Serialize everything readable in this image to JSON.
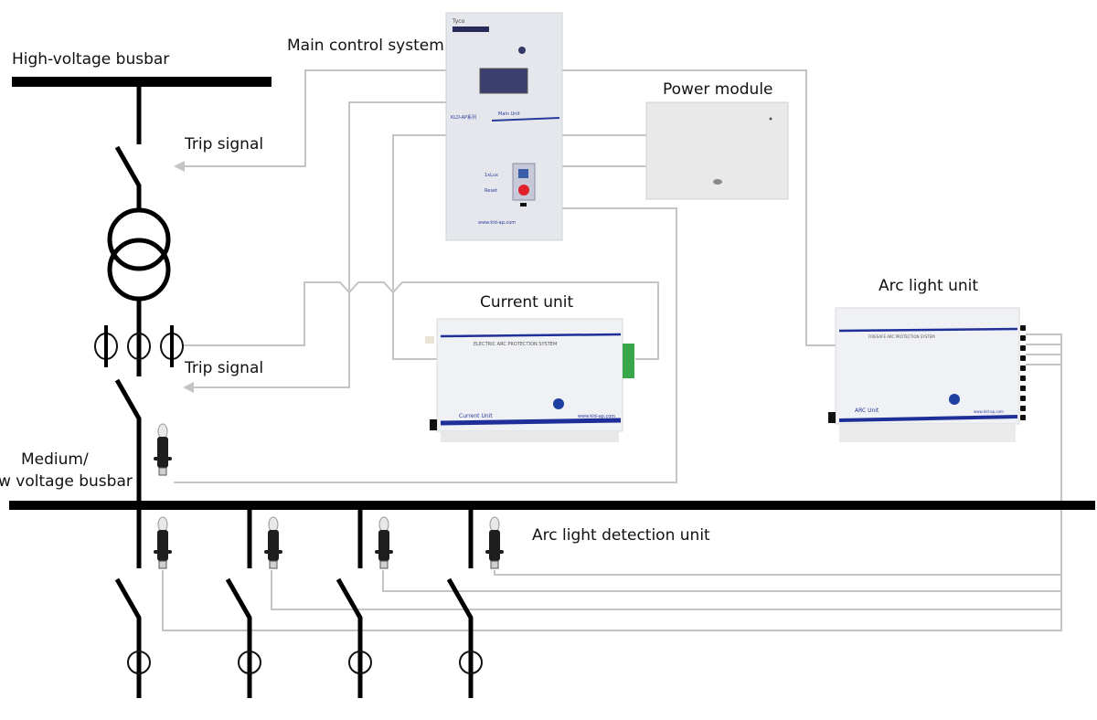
{
  "labels": {
    "high_voltage_busbar": "High-voltage busbar",
    "main_control_system": "Main control system",
    "power_module": "Power module",
    "trip_signal_top": "Trip signal",
    "trip_signal_bottom": "Trip signal",
    "current_unit": "Current unit",
    "arc_light_unit": "Arc light unit",
    "medium_busbar_line1": "Medium/",
    "medium_busbar_line2": "w voltage busbar",
    "arc_light_detection_unit": "Arc light detection unit"
  },
  "devices": {
    "main_unit": {
      "brand": "Tyco",
      "model_prefix": "KLD-AP系列",
      "model_name": "Main Unit",
      "button_1": "1xLux",
      "button_2": "Reset",
      "website": "www.kld-ap.com"
    },
    "current_unit_device": {
      "header_text": "ELECTRIC ARC PROTECTION SYSTEM",
      "name": "Current Unit",
      "website": "www.kld-ap.com"
    },
    "arc_unit_device": {
      "header_text": "FIRESAFE ARC PROTECTION SYSTEM",
      "name": "ARC Unit",
      "website": "www.kld-ap.com"
    }
  },
  "colors": {
    "busbar": "#000000",
    "signal_wire": "#c4c4c4",
    "device_accent": "#1f2f9a",
    "reset_button": "#e0202a",
    "terminal_block": "#3aa64a"
  }
}
